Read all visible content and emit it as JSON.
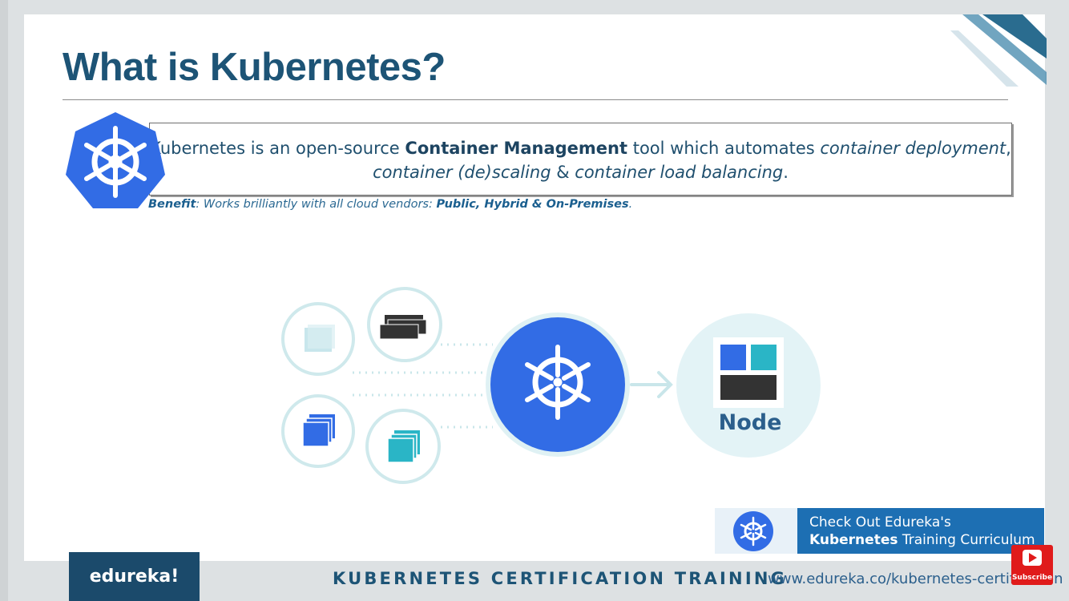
{
  "slide": {
    "title": "What is Kubernetes?",
    "definition": {
      "part1": "Kubernetes is an open-source ",
      "bold1": "Container Management",
      "part2": " tool which automates ",
      "ital1": "container deployment",
      "part3": ",",
      "ital2": "container (de)scaling",
      "part4": " & ",
      "ital3": "container load balancing",
      "part5": "."
    },
    "benefit": {
      "label": "Benefit",
      "text": ": Works brilliantly with all cloud vendors: ",
      "vendors": "Public, Hybrid & On-Premises",
      "end": "."
    },
    "diagram": {
      "node_label": "Node",
      "colors": {
        "k8s_blue": "#326ce5",
        "teal": "#2ab5c6",
        "dark": "#333333",
        "circle_fill": "#e6f4f6",
        "circle_stroke": "#cfe9ec"
      }
    }
  },
  "promo": {
    "line1": "Check Out Edureka's",
    "line2_bold": "Kubernetes",
    "line2_rest": " Training Curriculum",
    "icon": "kubernetes-helm-icon"
  },
  "footer": {
    "brand": "edureka!",
    "course": "KUBERNETES CERTIFICATION TRAINING",
    "url": "www.edureka.co/kubernetes-certification"
  },
  "subscribe": {
    "label": "Subscribe",
    "icon": "play-icon",
    "color": "#e01b1b"
  }
}
